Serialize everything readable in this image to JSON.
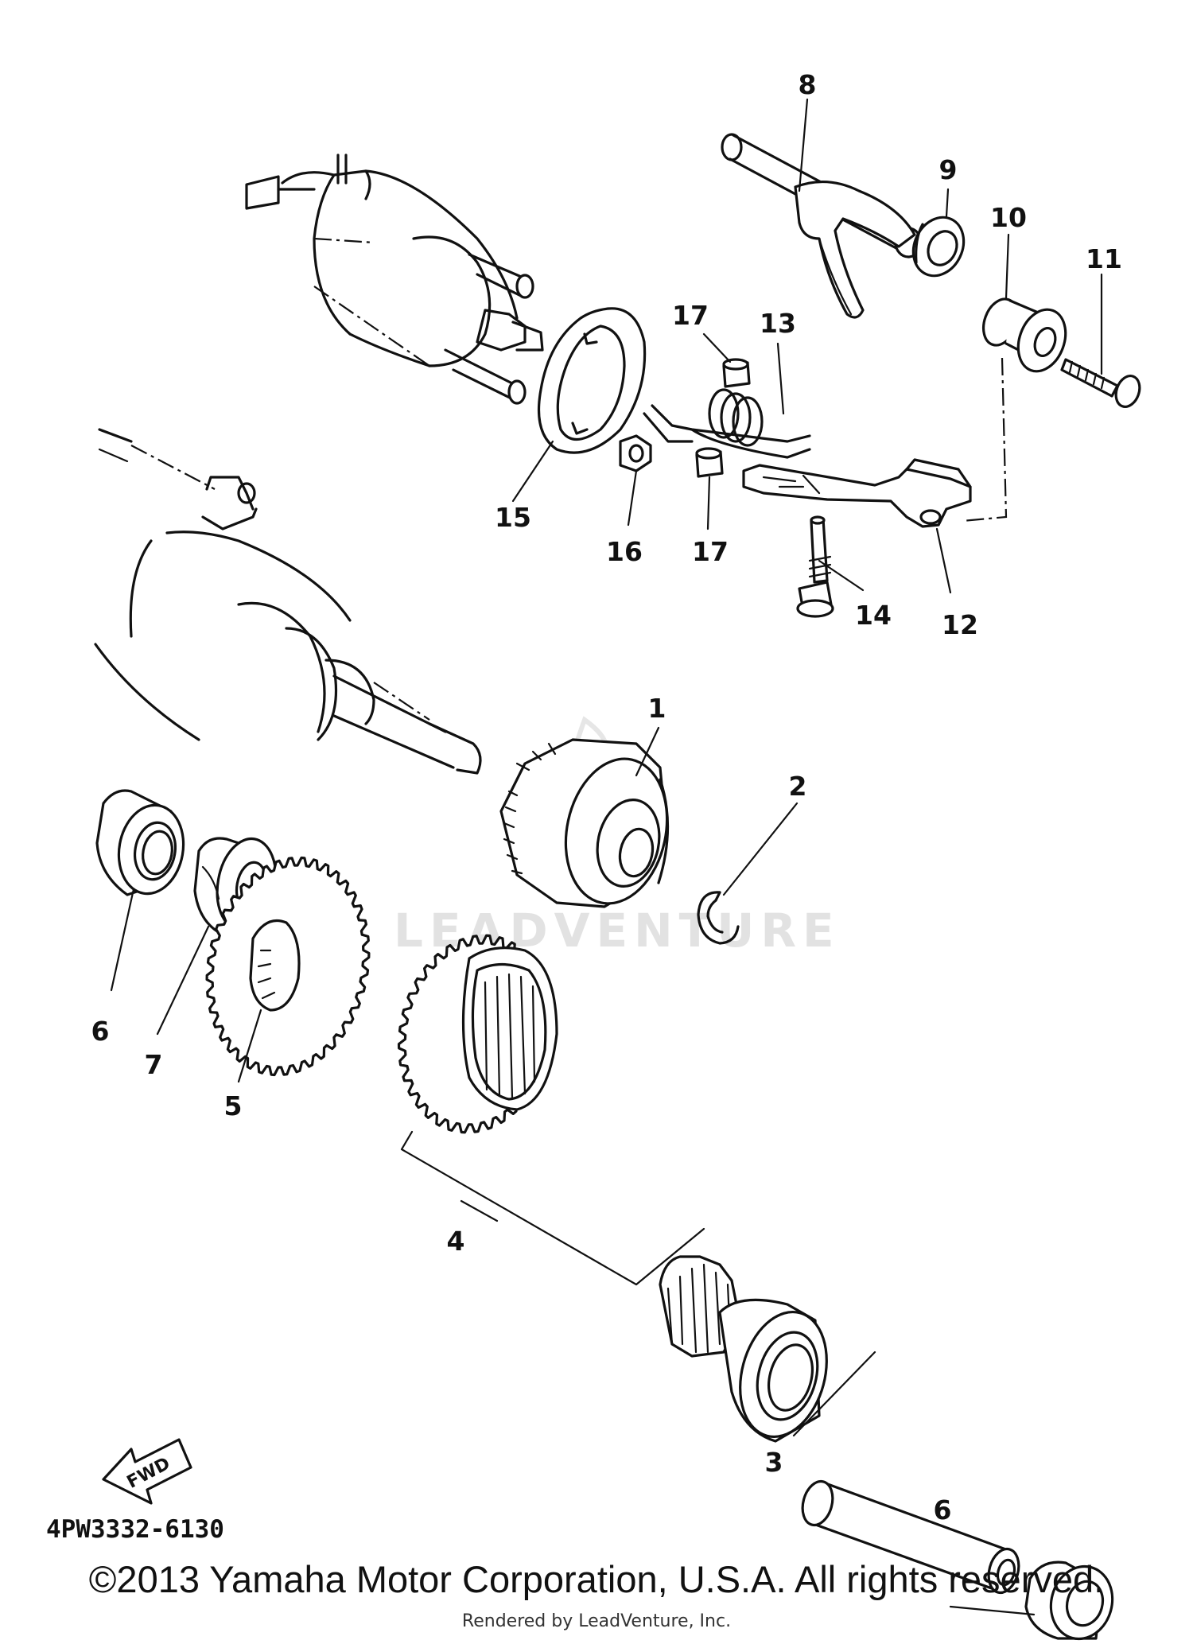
{
  "diagram": {
    "part_code": "4PW3332-6130",
    "fwd_label": "FWD",
    "watermark": "LEADVENTURE",
    "callouts": {
      "c1": "1",
      "c2": "2",
      "c3": "3",
      "c4": "4",
      "c5": "5",
      "c6a": "6",
      "c6b": "6",
      "c7": "7",
      "c8": "8",
      "c9": "9",
      "c10": "10",
      "c11": "11",
      "c12": "12",
      "c13": "13",
      "c14": "14",
      "c15": "15",
      "c16": "16",
      "c17a": "17",
      "c17b": "17"
    }
  },
  "footer": {
    "copyright": "©2013 Yamaha Motor Corporation, U.S.A. All rights reserved.",
    "rendered_by": "Rendered by LeadVenture, Inc."
  }
}
